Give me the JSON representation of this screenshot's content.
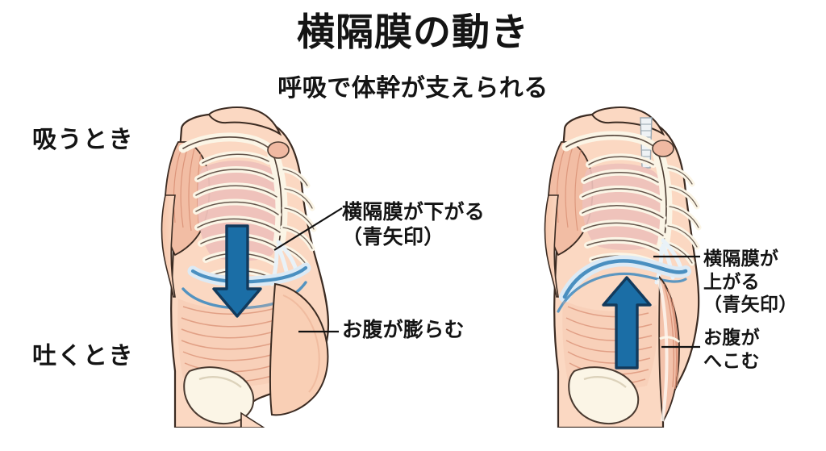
{
  "header": {
    "title": "横隔膜の動き",
    "subtitle": "呼吸で体幹が支えられる"
  },
  "phases": {
    "inhale_label": "吸うとき",
    "exhale_label": "吐くとき"
  },
  "callouts": {
    "diaphragm_down": "横隔膜が下がる\n（青矢印）",
    "belly_expand": "お腹が膨らむ",
    "diaphragm_up": "横隔膜が\n上がる\n（青矢印）",
    "belly_contract": "お腹が\nへこむ"
  },
  "figures": {
    "left": {
      "name": "吸うとき",
      "arrow_direction": "down",
      "arrow_color": "#1b6ea6",
      "diaphragm_state": "下がる",
      "belly_state": "膨らむ"
    },
    "right": {
      "name": "吐くとき",
      "arrow_direction": "up",
      "arrow_color": "#1b6ea6",
      "diaphragm_state": "上がる",
      "belly_state": "へこむ"
    }
  },
  "palette": {
    "background": "#ffffff",
    "text": "#141414",
    "skin": "#fbd8c2",
    "skin_shadow": "#f4bfa4",
    "muscle": "#f0b9a2",
    "muscle_line": "#d98f74",
    "bone": "#fbf5e6",
    "bone_outline": "#4a3a30",
    "lung": "#eec1bb",
    "diaphragm_blue": "#4a8fc0",
    "diaphragm_fill": "#dceaf5",
    "arrow_blue": "#1b6ea6",
    "arrow_outline": "#123a5c",
    "outline": "#3b2b22"
  }
}
